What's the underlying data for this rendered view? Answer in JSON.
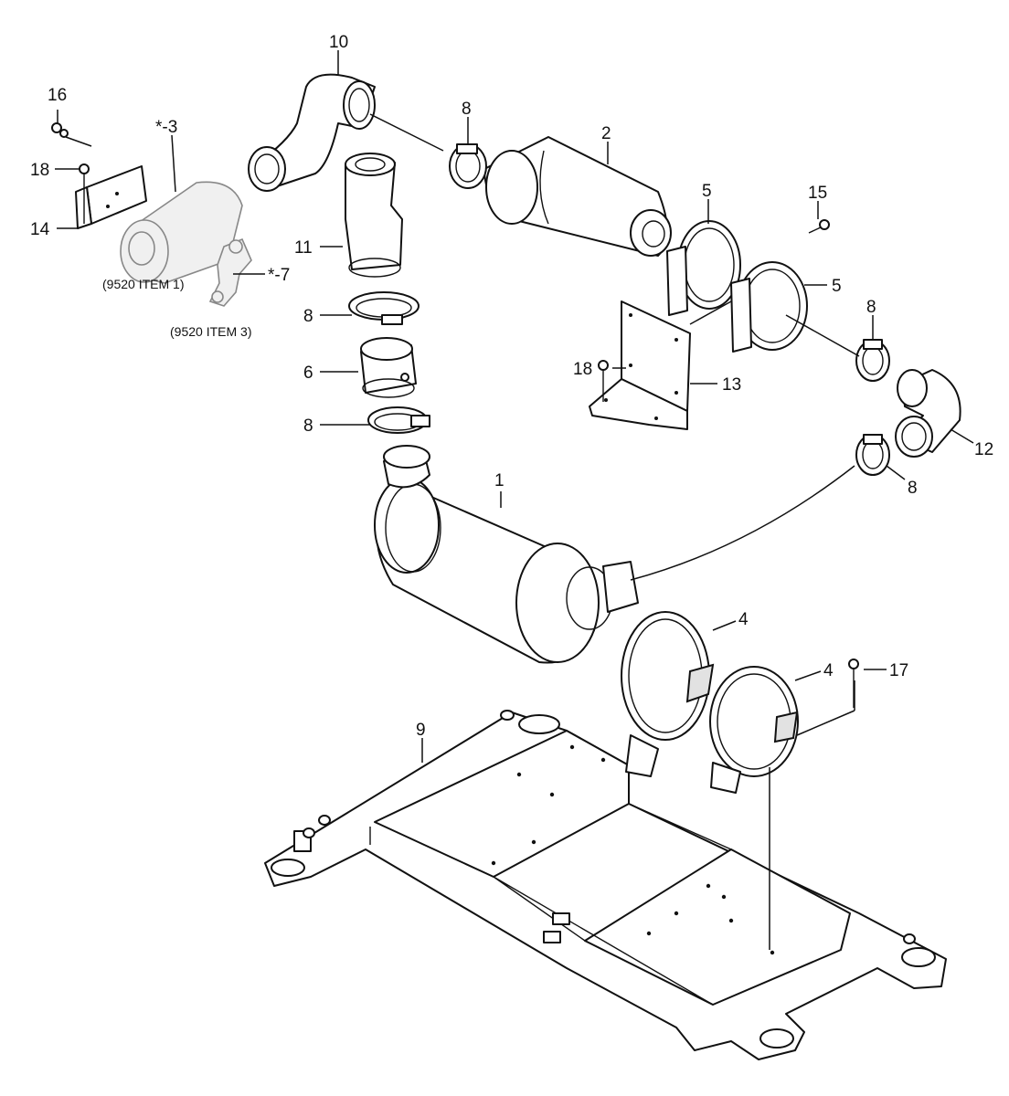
{
  "labels": {
    "l1": "1",
    "l2": "2",
    "l3": "*-3",
    "l4a": "4",
    "l4b": "4",
    "l5a": "5",
    "l5b": "5",
    "l6": "6",
    "l7": "*-7",
    "l8a": "8",
    "l8b": "8",
    "l8c": "8",
    "l8d": "8",
    "l8e": "8",
    "l9": "9",
    "l10": "10",
    "l11": "11",
    "l12": "12",
    "l13": "13",
    "l14": "14",
    "l15": "15",
    "l16": "16",
    "l17": "17",
    "l18a": "18",
    "l18b": "18"
  },
  "notes": {
    "item1": "(9520 ITEM 1)",
    "item3": "(9520 ITEM 3)"
  }
}
